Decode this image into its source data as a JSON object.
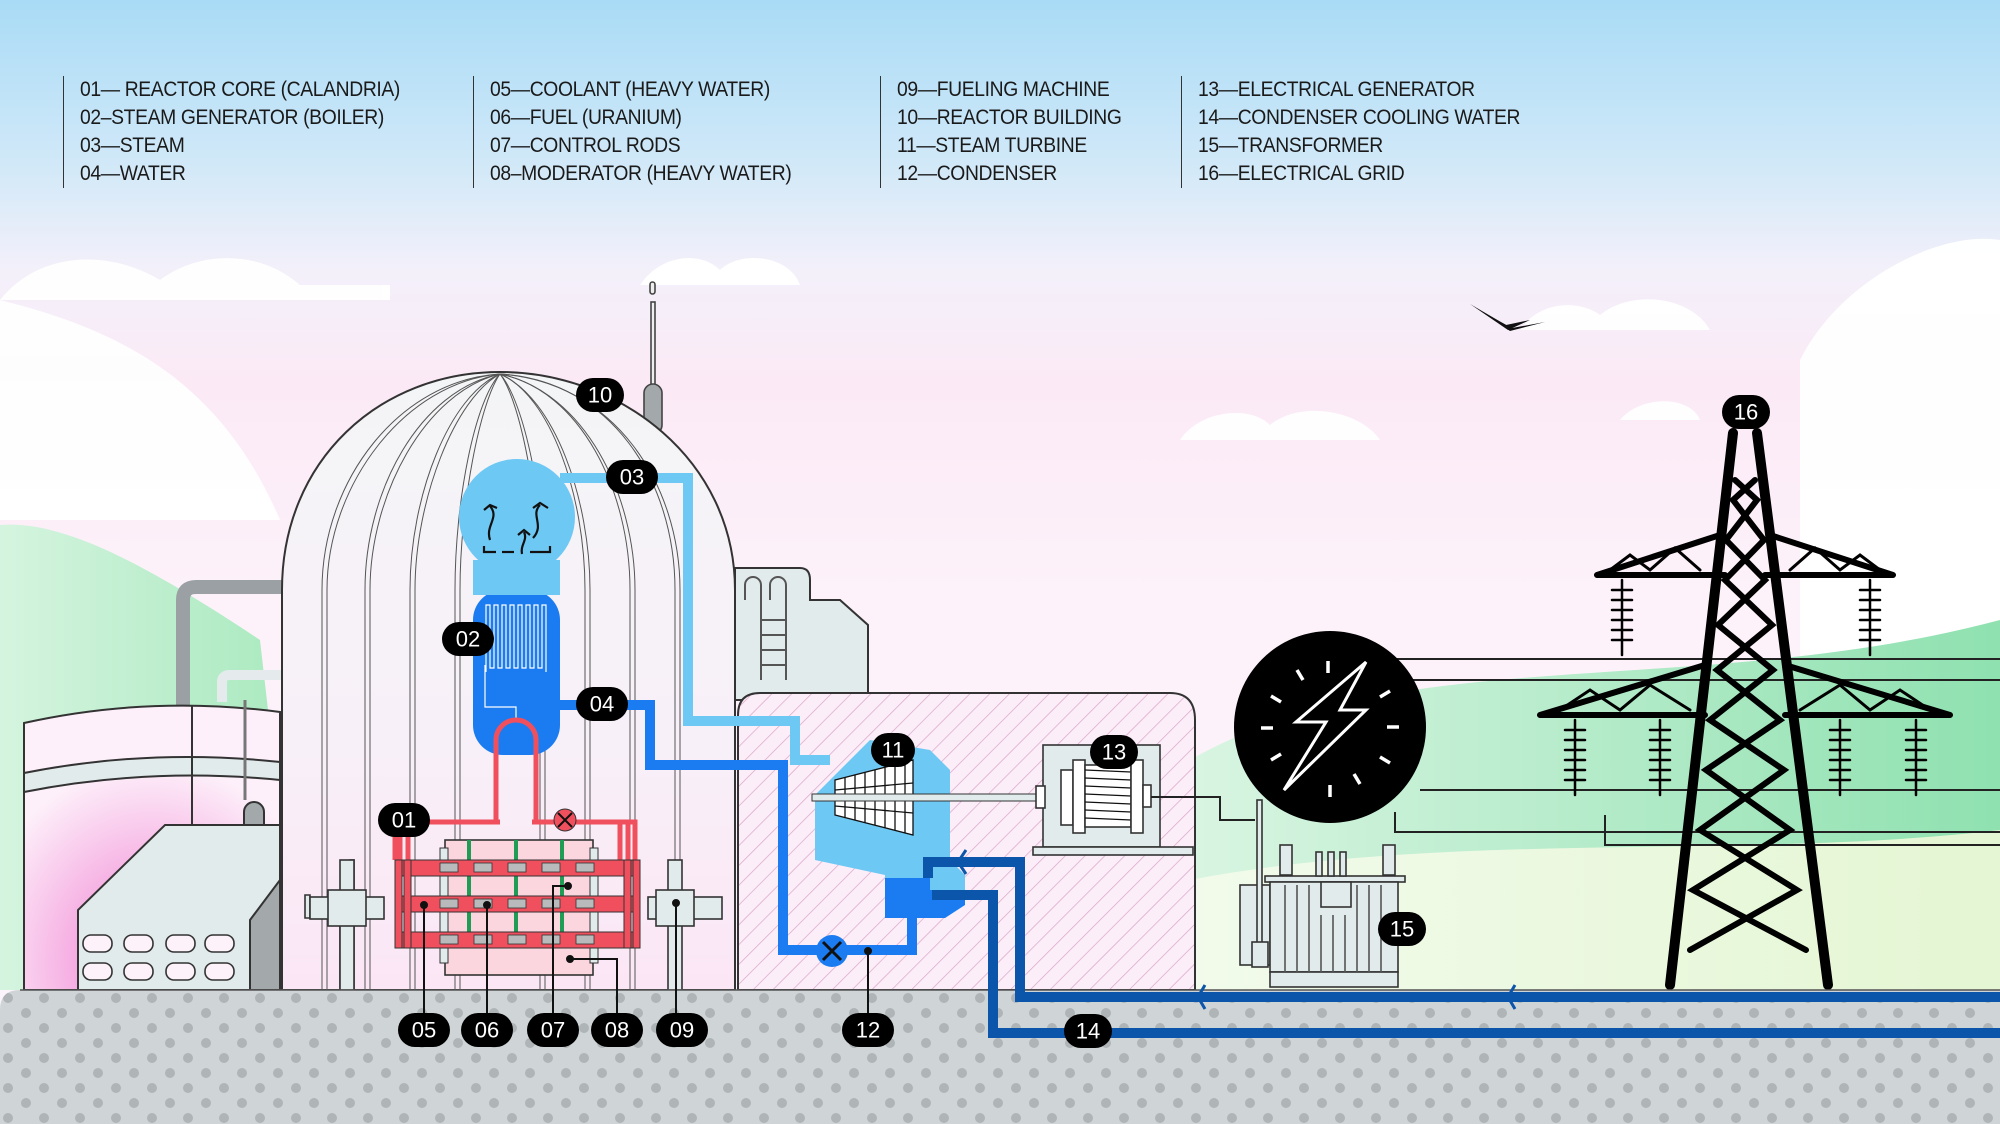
{
  "title": "CANDU Nuclear Power Plant Diagram",
  "legend": {
    "columns": [
      [
        "01— REACTOR CORE (CALANDRIA)",
        "02–STEAM GENERATOR (BOILER)",
        "03—STEAM",
        "04—WATER"
      ],
      [
        "05—COOLANT (HEAVY WATER)",
        "06—FUEL (URANIUM)",
        "07—CONTROL RODS",
        "08–MODERATOR (HEAVY WATER)"
      ],
      [
        "09—FUELING MACHINE",
        "10—REACTOR BUILDING",
        "11—STEAM TURBINE",
        "12—CONDENSER"
      ],
      [
        "13—ELECTRICAL GENERATOR",
        "14—CONDENSER COOLING WATER",
        "15—TRANSFORMER",
        "16—ELECTRICAL GRID"
      ]
    ]
  },
  "badges": {
    "b01": "01",
    "b02": "02",
    "b03": "03",
    "b04": "04",
    "b05": "05",
    "b06": "06",
    "b07": "07",
    "b08": "08",
    "b09": "09",
    "b10": "10",
    "b11": "11",
    "b12": "12",
    "b13": "13",
    "b14": "14",
    "b15": "15",
    "b16": "16"
  },
  "icons": {
    "power": "lightning-bolt-icon",
    "bird": "bird-icon",
    "pump": "pump-icon",
    "valve": "valve-icon"
  },
  "colors": {
    "steam": "#6ec8f4",
    "water": "#1a7cf0",
    "cooling_water": "#0b55aa",
    "coolant_core": "#f0505e",
    "moderator": "#fcd6de",
    "control_rod": "#1f9d55",
    "fuel": "#b8babb",
    "badge": "#000000",
    "hill": "#a9e9c3",
    "ground": "#cfd4d6"
  }
}
